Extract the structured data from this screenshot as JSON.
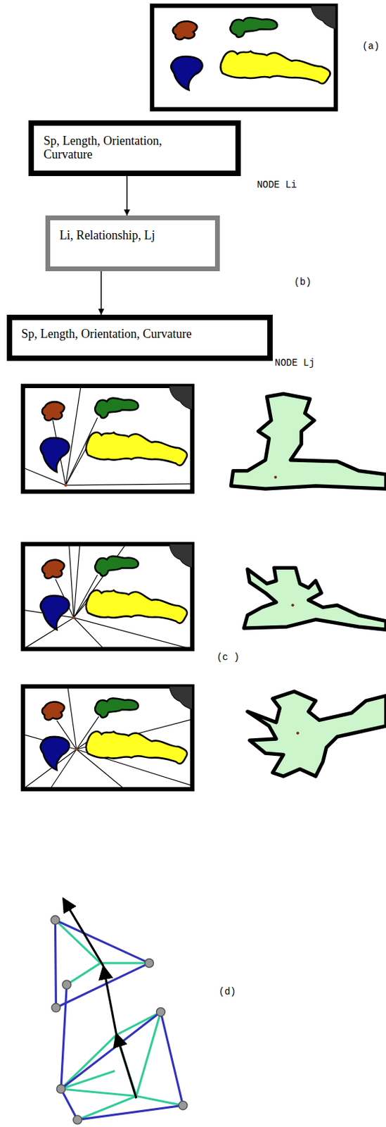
{
  "diagram": {
    "nodes": [
      {
        "text": [
          "Sp, Length, Orientation, Curvature"
        ]
      },
      {
        "text": [
          "Li, Relationship, Lj"
        ]
      },
      {
        "text": [
          "Sp, Length, Orientation, Curvature"
        ]
      }
    ],
    "edges": [
      {
        "from": 0,
        "to": 1,
        "arrow": "to"
      },
      {
        "from": 1,
        "to": 2,
        "arrow": "to"
      }
    ],
    "labels": [
      "(a)",
      "NODE Li",
      "(b)",
      "NODE Lj",
      "(c )",
      "(d)"
    ]
  }
}
